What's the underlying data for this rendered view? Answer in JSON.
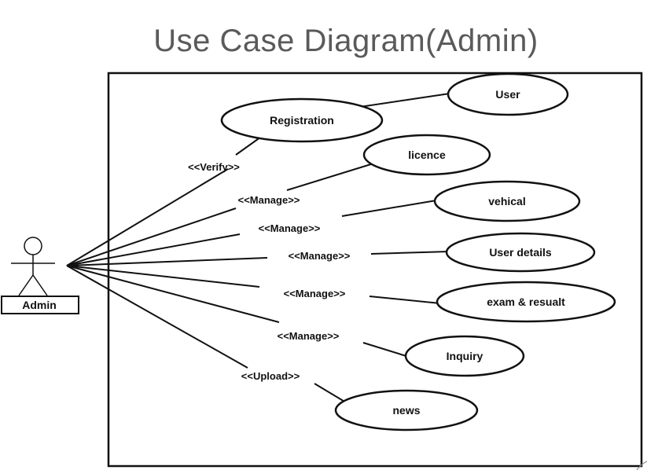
{
  "title": "Use Case Diagram(Admin)",
  "actor": {
    "label": "Admin"
  },
  "use_cases": [
    {
      "id": "user",
      "label": "User"
    },
    {
      "id": "registration",
      "label": "Registration"
    },
    {
      "id": "licence",
      "label": "licence"
    },
    {
      "id": "vehical",
      "label": "vehical"
    },
    {
      "id": "user_details",
      "label": "User details"
    },
    {
      "id": "exam_result",
      "label": "exam & resualt"
    },
    {
      "id": "inquiry",
      "label": "Inquiry"
    },
    {
      "id": "news",
      "label": "news"
    }
  ],
  "stereotypes": [
    {
      "id": "verify",
      "label": "<<Verify>>"
    },
    {
      "id": "manage_licence",
      "label": "<<Manage>>"
    },
    {
      "id": "manage_vehical",
      "label": "<<Manage>>"
    },
    {
      "id": "manage_user_details",
      "label": "<<Manage>>"
    },
    {
      "id": "manage_exam",
      "label": "<<Manage>>"
    },
    {
      "id": "manage_inquiry",
      "label": "<<Manage>>"
    },
    {
      "id": "upload",
      "label": "<<Upload>>"
    }
  ]
}
